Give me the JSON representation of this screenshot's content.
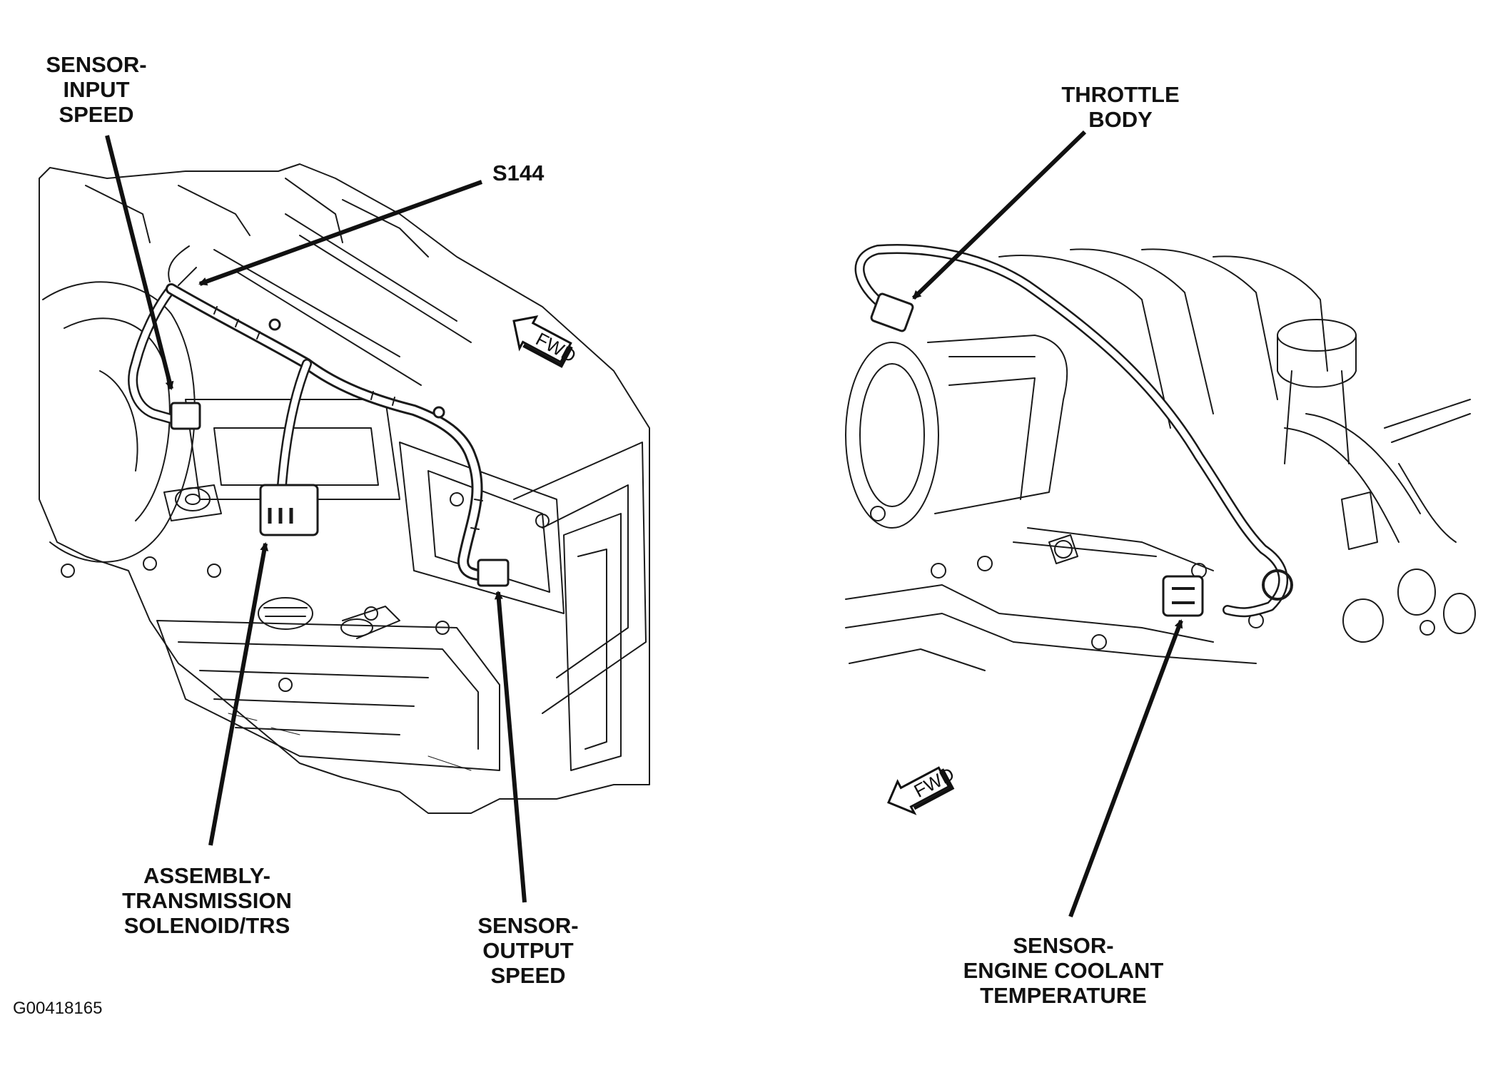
{
  "labels": {
    "sensor_input_speed": [
      "SENSOR-",
      "INPUT",
      "SPEED"
    ],
    "s144": [
      "S144"
    ],
    "assembly_transmission": [
      "ASSEMBLY-",
      "TRANSMISSION",
      "SOLENOID/TRS"
    ],
    "sensor_output_speed": [
      "SENSOR-",
      "OUTPUT",
      "SPEED"
    ],
    "throttle_body": [
      "THROTTLE",
      "BODY"
    ],
    "sensor_ect": [
      "SENSOR-",
      "ENGINE COOLANT",
      "TEMPERATURE"
    ]
  },
  "fwd_marker": "FWD",
  "figure_id": "G00418165",
  "colors": {
    "ink": "#111111",
    "line_art": "#1a1a1a",
    "background": "#ffffff"
  }
}
